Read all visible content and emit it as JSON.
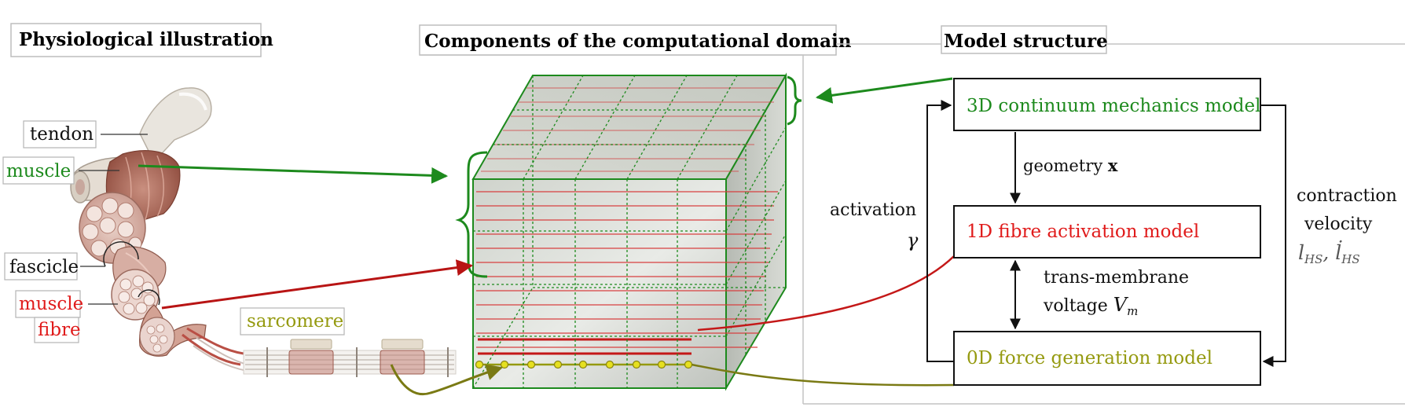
{
  "sections": {
    "physiological": "Physiological illustration",
    "components": "Components of the computational domain",
    "model": "Model structure"
  },
  "anatomy_labels": {
    "tendon": "tendon",
    "muscle": "muscle",
    "fascicle": "fascicle",
    "muscle_fibre_line1": "muscle",
    "muscle_fibre_line2": "fibre",
    "sarcomere": "sarcomere"
  },
  "models": {
    "continuum": "3D continuum mechanics model",
    "fibre": "1D fibre activation model",
    "force": "0D force generation model"
  },
  "couplings": {
    "geometry_text": "geometry",
    "geometry_symbol": "x",
    "activation_text": "activation",
    "activation_symbol": "γ",
    "voltage_line1": "trans-membrane",
    "voltage_line2": "voltage",
    "voltage_symbol": "V",
    "voltage_sub": "m",
    "contraction_line1": "contraction",
    "contraction_line2": "velocity",
    "l_hs": "l",
    "hs_sub": "HS",
    "l_hs_dot": "l̇"
  },
  "colors": {
    "green": "#1d8a1d",
    "red": "#e01b1b",
    "olive": "#959a10",
    "dark_red": "#b81414",
    "dark_olive": "#7a7a14"
  }
}
